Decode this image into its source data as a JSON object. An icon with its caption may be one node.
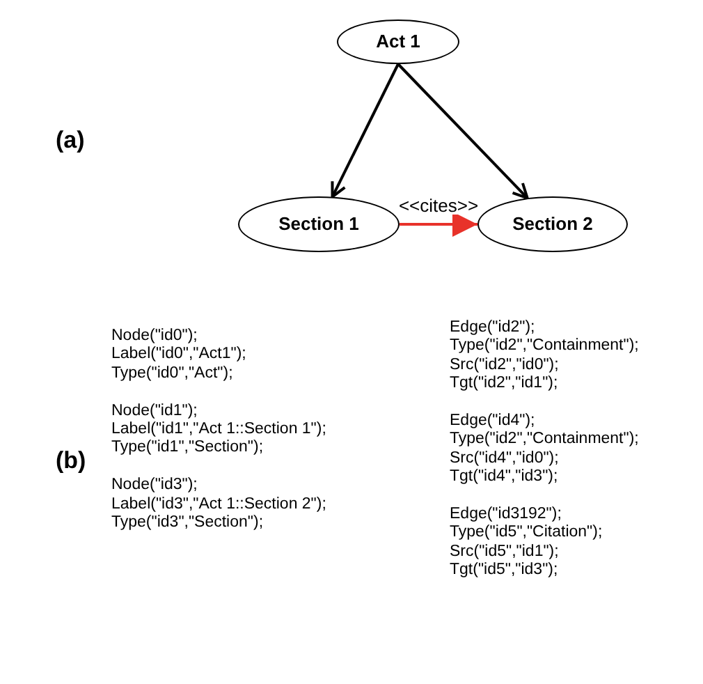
{
  "diagram": {
    "nodes": [
      {
        "text": [
          "Act 1"
        ]
      },
      {
        "text": [
          "Section 1"
        ]
      },
      {
        "text": [
          "Section 2"
        ]
      }
    ],
    "edges": [
      {
        "from": 0,
        "to": 1,
        "arrow": "to"
      },
      {
        "from": 0,
        "to": 2,
        "arrow": "to"
      },
      {
        "from": 1,
        "to": 2,
        "arrow": "to",
        "label": "<<cites>>",
        "color": "#e8322a"
      }
    ],
    "labels": [
      "(a)",
      "(b)",
      "Node(\"id0\");",
      "Label(\"id0\",\"Act1\");",
      "Type(\"id0\",\"Act\");",
      "Node(\"id1\");",
      "Label(\"id1\",\"Act 1::Section 1\");",
      "Type(\"id1\",\"Section\");",
      "Node(\"id3\");",
      "Label(\"id3\",\"Act 1::Section 2\");",
      "Type(\"id3\",\"Section\");",
      "Edge(\"id2\");",
      "Type(\"id2\",\"Containment\");",
      "Src(\"id2\",\"id0\");",
      "Tgt(\"id2\",\"id1\");",
      "Edge(\"id4\");",
      "Type(\"id2\",\"Containment\");",
      "Src(\"id4\",\"id0\");",
      "Tgt(\"id4\",\"id3\");",
      "Edge(\"id3192\");",
      "Type(\"id5\",\"Citation\");",
      "Src(\"id5\",\"id1\");",
      "Tgt(\"id5\",\"id3\");"
    ]
  }
}
